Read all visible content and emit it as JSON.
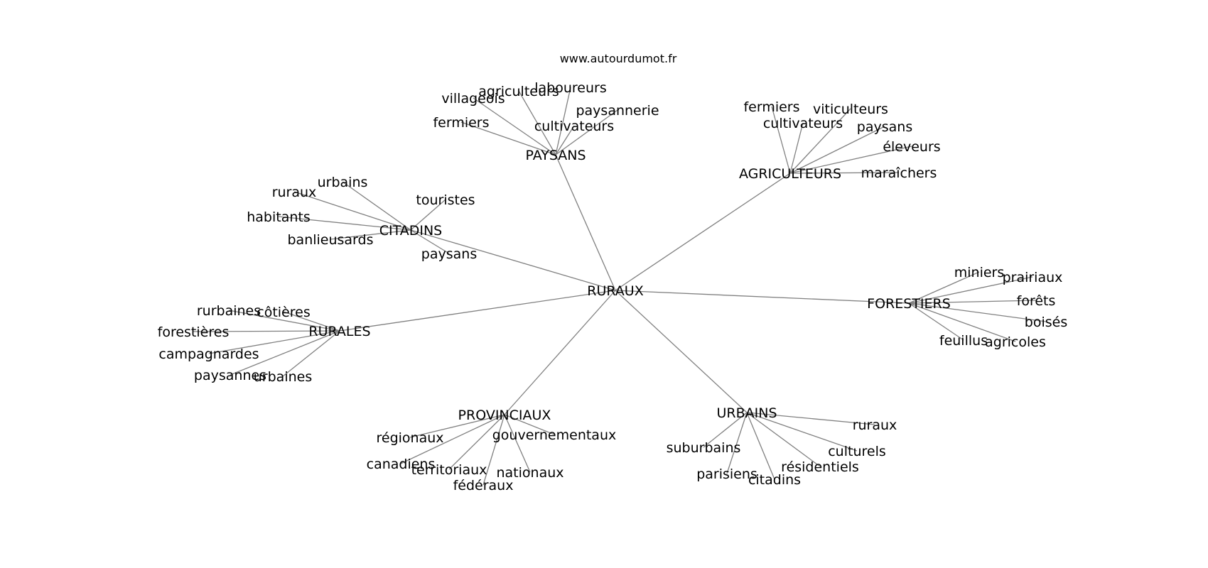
{
  "source": "www.autourdumot.fr",
  "graph": {
    "center": "RURAUX",
    "hubs": [
      {
        "label": "PAYSANS",
        "leaves": [
          "villageois",
          "agriculteurs",
          "laboureurs",
          "paysannerie",
          "fermiers",
          "cultivateurs"
        ]
      },
      {
        "label": "AGRICULTEURS",
        "leaves": [
          "fermiers",
          "viticulteurs",
          "cultivateurs",
          "paysans",
          "éleveurs",
          "maraîchers"
        ]
      },
      {
        "label": "CITADINS",
        "leaves": [
          "urbains",
          "ruraux",
          "touristes",
          "habitants",
          "banlieusards",
          "paysans"
        ]
      },
      {
        "label": "FORESTIERS",
        "leaves": [
          "miniers",
          "prairiaux",
          "forêts",
          "boisés",
          "feuillus",
          "agricoles"
        ]
      },
      {
        "label": "RURALES",
        "leaves": [
          "rurbaines",
          "côtières",
          "forestières",
          "campagnardes",
          "paysannes",
          "urbaines"
        ]
      },
      {
        "label": "PROVINCIAUX",
        "leaves": [
          "régionaux",
          "gouvernementaux",
          "canadiens",
          "territoriaux",
          "nationaux",
          "fédéraux"
        ]
      },
      {
        "label": "URBAINS",
        "leaves": [
          "ruraux",
          "suburbains",
          "culturels",
          "résidentiels",
          "parisiens",
          "citadins"
        ]
      }
    ]
  }
}
